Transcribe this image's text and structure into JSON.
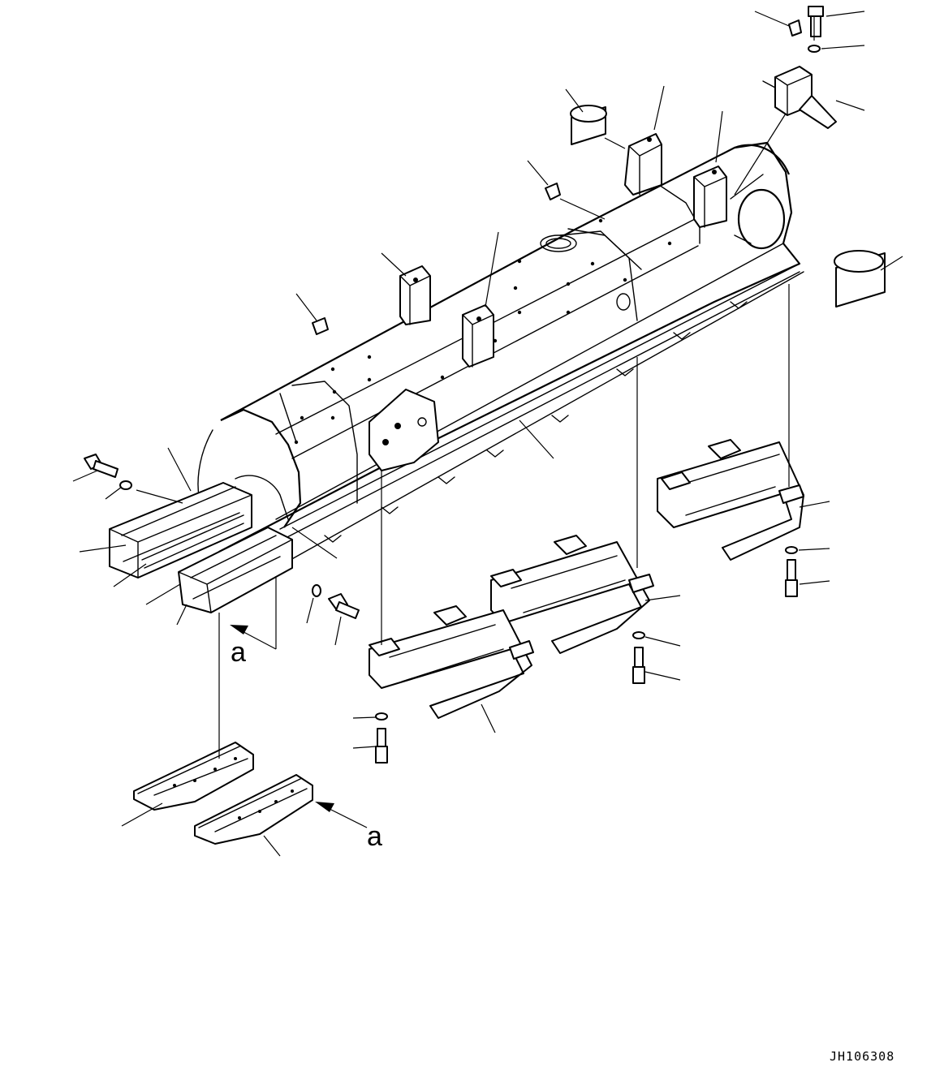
{
  "drawing": {
    "view_label_1": "a",
    "view_label_2": "a",
    "drawing_code": "JH106308"
  }
}
